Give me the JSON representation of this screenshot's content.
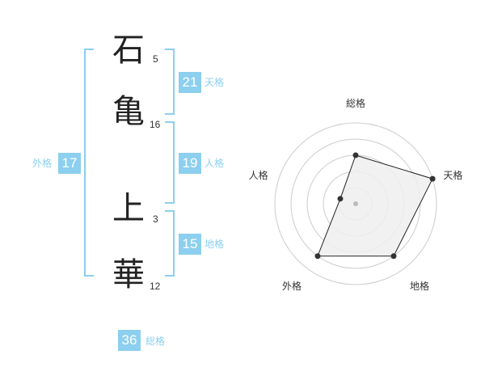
{
  "name": [
    {
      "char": "石",
      "strokes": "5"
    },
    {
      "char": "亀",
      "strokes": "16"
    },
    {
      "char": "上",
      "strokes": "3"
    },
    {
      "char": "華",
      "strokes": "12"
    }
  ],
  "kaku": {
    "tenkaku": {
      "value": "21",
      "label": "天格"
    },
    "jinkaku": {
      "value": "19",
      "label": "人格"
    },
    "chikaku": {
      "value": "15",
      "label": "地格"
    },
    "gaikaku": {
      "value": "17",
      "label": "外格"
    },
    "soukaku": {
      "value": "36",
      "label": "総格"
    }
  },
  "chart_data": {
    "type": "radar",
    "axes": [
      "総格",
      "天格",
      "地格",
      "外格",
      "人格"
    ],
    "values": [
      3,
      5,
      4,
      4,
      1
    ],
    "rmax": 5,
    "rings": 5,
    "colors": {
      "fill": "#eeeeee",
      "line": "#222222",
      "ring": "#cccccc"
    }
  }
}
